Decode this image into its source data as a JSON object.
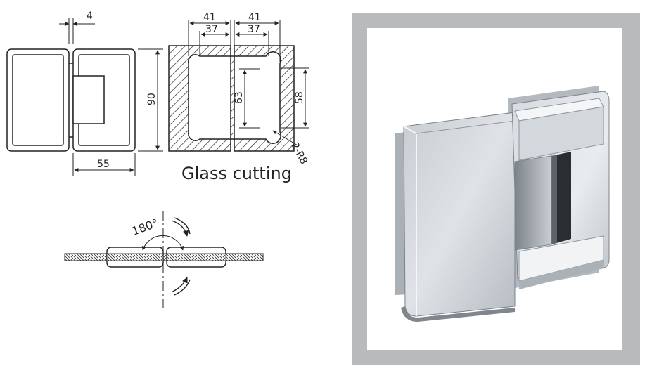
{
  "drawing": {
    "dims": {
      "gap_width": "4",
      "height": "90",
      "leaf_width": "55",
      "cut_outer_left": "41",
      "cut_inner_left": "37",
      "cut_outer_right": "41",
      "cut_inner_right": "37",
      "cut_height": "63",
      "cut_height_right": "58",
      "radius": "2-R8",
      "angle": "180°"
    },
    "caption": "Glass cutting"
  },
  "colors": {
    "line": "#222222",
    "frame": "#b9babc",
    "chrome_light": "#e6e9ec",
    "chrome_mid": "#c4c9ce",
    "chrome_dark": "#8d949a"
  }
}
